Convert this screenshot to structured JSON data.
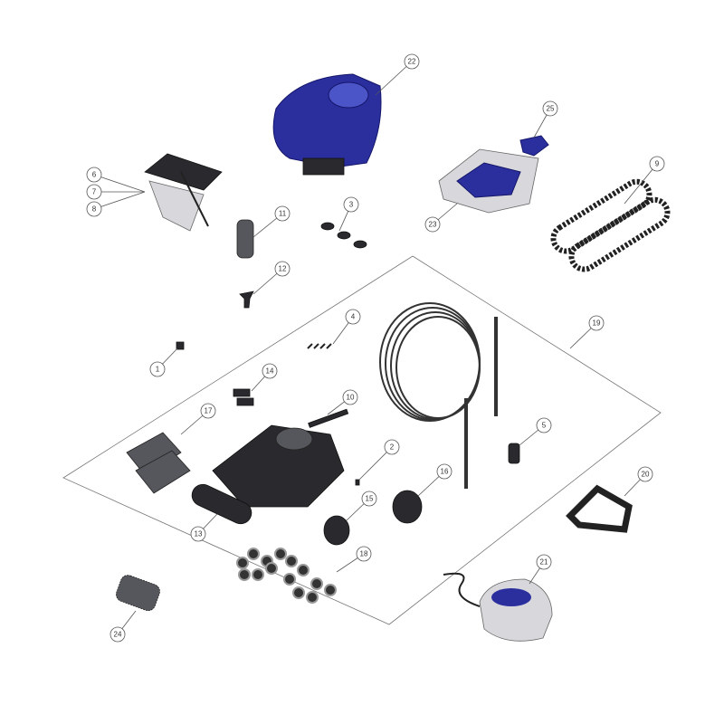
{
  "diagram": {
    "type": "exploded-parts-view",
    "callouts": [
      {
        "id": "22",
        "label": "22"
      },
      {
        "id": "25",
        "label": "25"
      },
      {
        "id": "9",
        "label": "9"
      },
      {
        "id": "6",
        "label": "6"
      },
      {
        "id": "7",
        "label": "7"
      },
      {
        "id": "8",
        "label": "8"
      },
      {
        "id": "11",
        "label": "11"
      },
      {
        "id": "3",
        "label": "3"
      },
      {
        "id": "23",
        "label": "23"
      },
      {
        "id": "12",
        "label": "12"
      },
      {
        "id": "19",
        "label": "19"
      },
      {
        "id": "4",
        "label": "4"
      },
      {
        "id": "1",
        "label": "1"
      },
      {
        "id": "14",
        "label": "14"
      },
      {
        "id": "10",
        "label": "10"
      },
      {
        "id": "17",
        "label": "17"
      },
      {
        "id": "5",
        "label": "5"
      },
      {
        "id": "2",
        "label": "2"
      },
      {
        "id": "16",
        "label": "16"
      },
      {
        "id": "20",
        "label": "20"
      },
      {
        "id": "15",
        "label": "15"
      },
      {
        "id": "13",
        "label": "13"
      },
      {
        "id": "18",
        "label": "18"
      },
      {
        "id": "21",
        "label": "21"
      },
      {
        "id": "24",
        "label": "24"
      }
    ],
    "colors": {
      "body_blue": "#2b2f9e",
      "parts_dark": "#2a2a2e",
      "line": "#555555"
    }
  }
}
